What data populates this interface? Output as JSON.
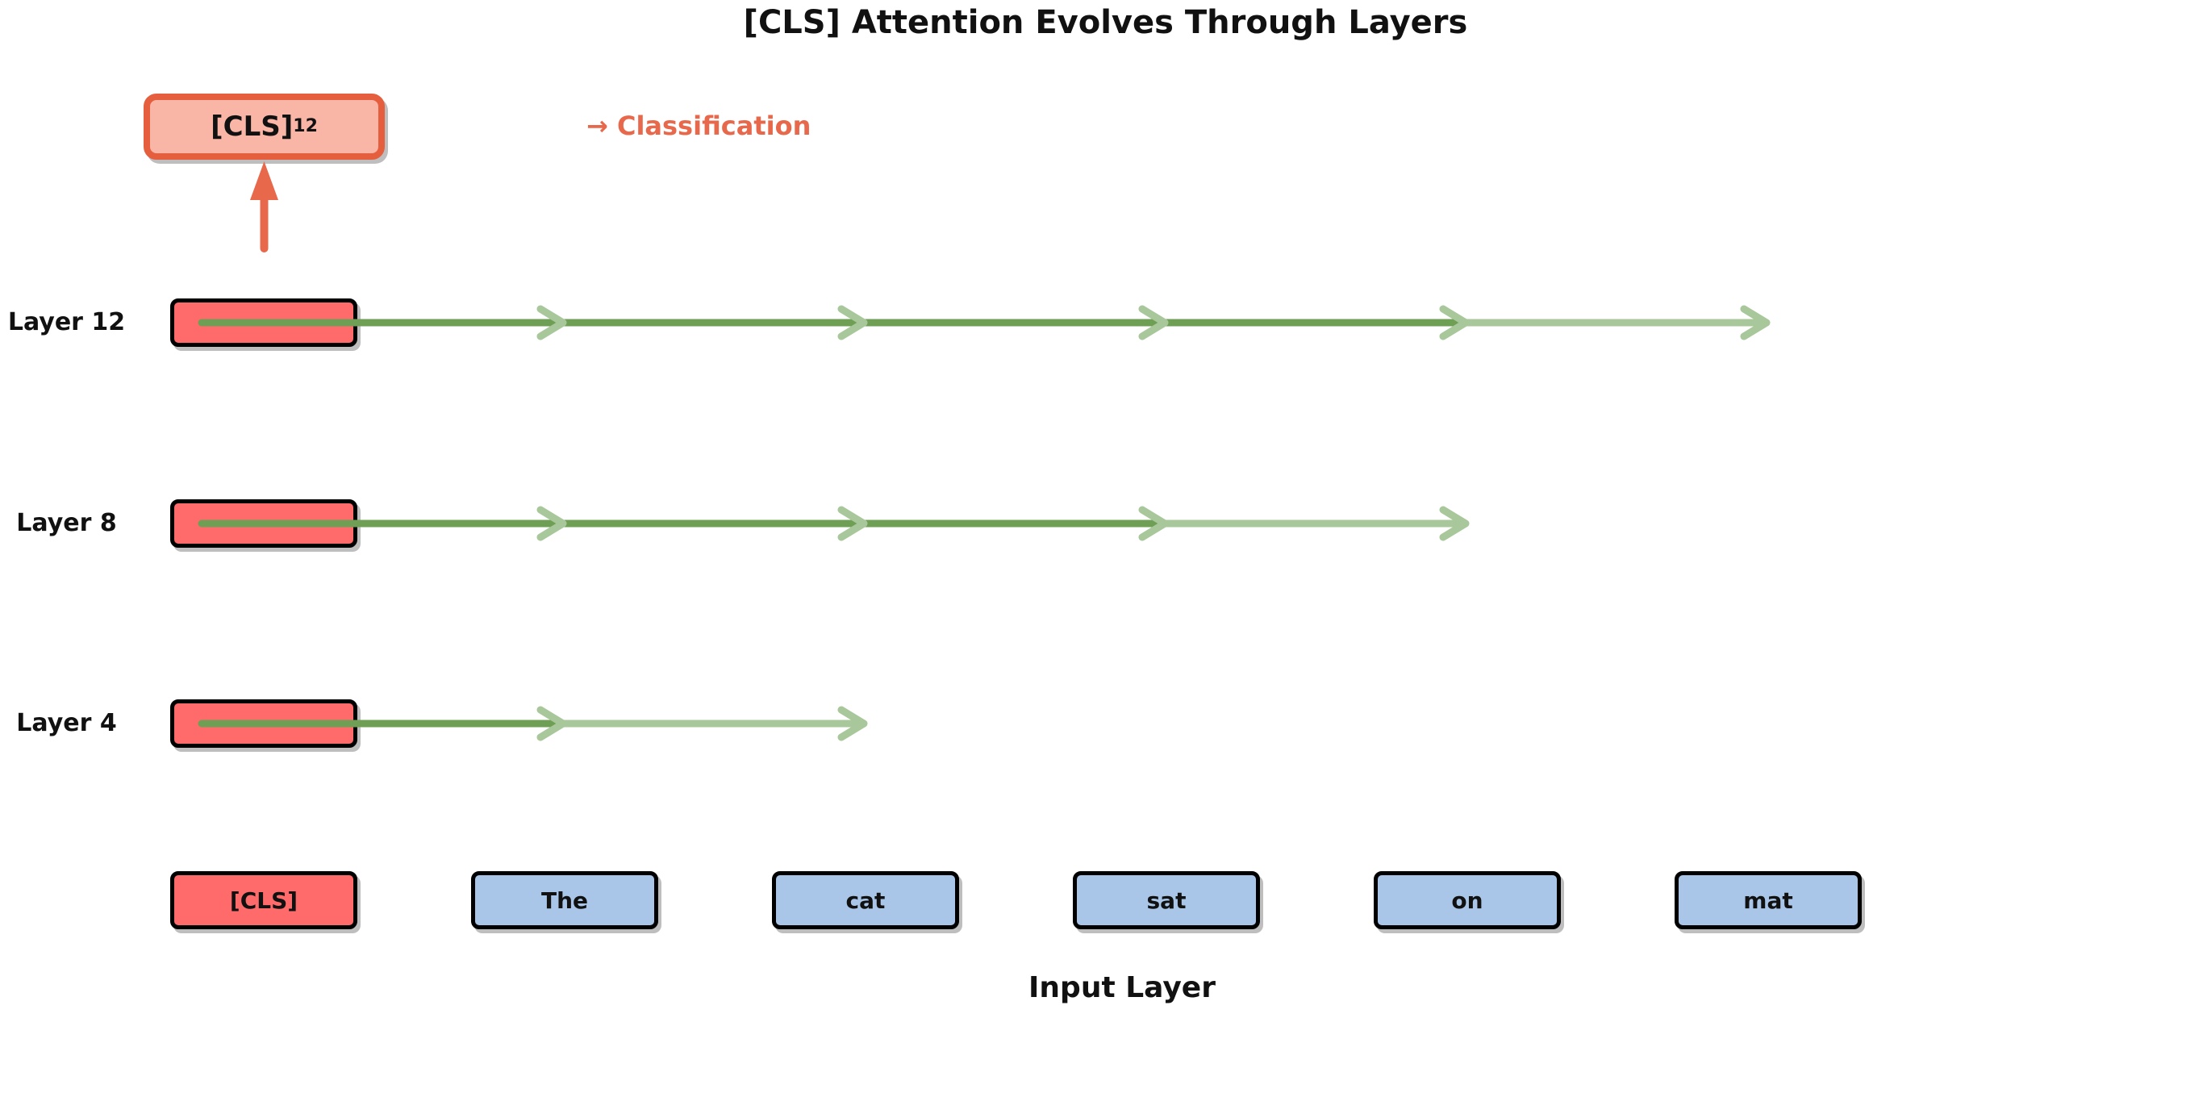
{
  "title": "[CLS] Attention Evolves Through Layers",
  "output": {
    "token": "[CLS]",
    "subscript": "12",
    "annotation": "→ Classification"
  },
  "layers": [
    {
      "label": "Layer 12",
      "attends_to": [
        "The",
        "cat",
        "sat",
        "on",
        "mat"
      ]
    },
    {
      "label": "Layer 8",
      "attends_to": [
        "The",
        "cat",
        "sat",
        "on"
      ]
    },
    {
      "label": "Layer 4",
      "attends_to": [
        "The",
        "cat"
      ]
    }
  ],
  "input": {
    "axis_label": "Input Layer",
    "tokens": [
      "[CLS]",
      "The",
      "cat",
      "sat",
      "on",
      "mat"
    ]
  },
  "colors": {
    "accent_orange": "#E8684B",
    "output_box_border_orange": "#E55E3E",
    "output_box_fill": "#F9B5A6",
    "cls_red": "#FF6B6B",
    "token_blue": "#A9C6E8",
    "arrow_dark_green": "#6F9F55",
    "arrow_light_green": "#A8C79A",
    "box_border_black": "#000000"
  }
}
